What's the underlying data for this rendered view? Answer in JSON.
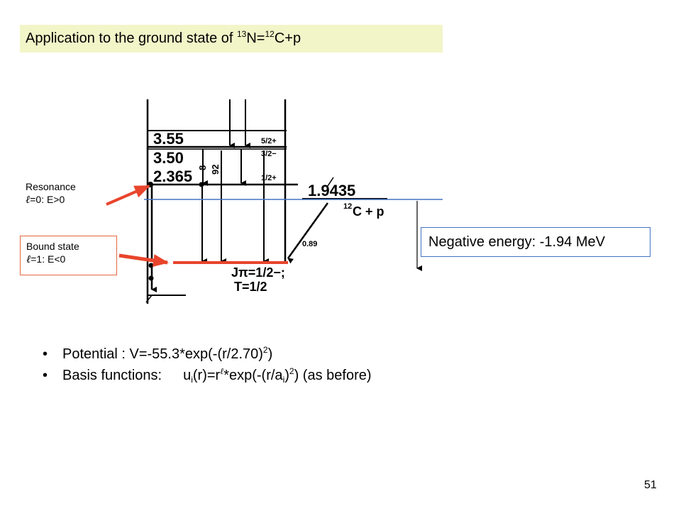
{
  "title": {
    "prefix": "Application to the ground state of ",
    "sup1": "13",
    "mid": "N=",
    "sup2": "12",
    "suffix": "C+p"
  },
  "annotations": {
    "resonance": {
      "line1": "Resonance",
      "ell": "ℓ",
      "line2": "=0: E>0"
    },
    "bound": {
      "line1": "Bound state",
      "ell": "ℓ",
      "line2": "=1: E<0"
    }
  },
  "negative_energy": "Negative energy: -1.94 MeV",
  "level_scheme": {
    "levels": [
      "3.55",
      "3.50",
      "2.365"
    ],
    "spins": [
      "5/2+",
      "3/2−",
      "1/2+"
    ],
    "branching": [
      "8",
      "92"
    ],
    "threshold_energy": "1.9435",
    "threshold_label": "12",
    "threshold_channel": "C + p",
    "transition": "0.89",
    "ground_jpi": "Jπ=1/2−;",
    "ground_t": "T=1/2"
  },
  "bullets": {
    "potential": {
      "text": "Potential : V=-55.3*exp(-(r/2.70)",
      "sup": "2",
      "close": ")"
    },
    "basis": {
      "label": "Basis functions:",
      "u": "u",
      "sub1": "i",
      "mid": "(r)=r",
      "sup_ell": "ℓ",
      "exp": "*exp(-(r/a",
      "sub2": "i",
      "close": ")",
      "sup2": "2",
      "tail": ")  (as before)"
    }
  },
  "page_number": "51",
  "colors": {
    "arrow": "#e8452c",
    "blue_line": "#4472c4",
    "title_bg": "#f2f5c8",
    "red_level": "#e8452c"
  }
}
